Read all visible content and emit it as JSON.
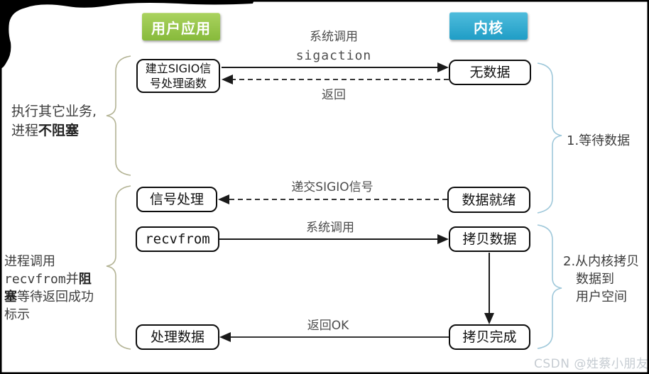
{
  "diagram": {
    "title_hint": "signal-driven-io-flow",
    "headers": {
      "user_app": "用户应用",
      "kernel": "内核"
    },
    "user_boxes": {
      "setup_line1": "建立SIGIO信",
      "setup_line2": "号处理函数",
      "signal_handle": "信号处理",
      "recvfrom": "recvfrom",
      "process_data": "处理数据"
    },
    "kernel_boxes": {
      "no_data": "无数据",
      "data_ready": "数据就绪",
      "copy_data": "拷贝数据",
      "copy_done": "拷贝完成"
    },
    "arrow_labels": {
      "syscall_line1": "系统调用",
      "syscall_line2": "sigaction",
      "return_label": "返回",
      "deliver_sigio": "递交SIGIO信号",
      "syscall2": "系统调用",
      "return_ok": "返回OK"
    },
    "left_notes": {
      "note1_line1": "执行其它业务,",
      "note1_line2_normal": "进程",
      "note1_line2_bold": "不阻塞",
      "note2_line1": "进程调用",
      "note2_line2_mono": "recvfrom",
      "note2_line2_normal": "并",
      "note2_line2_bold": "阻",
      "note2_line3_bold": "塞",
      "note2_line3_normal": "等待返回成功",
      "note2_line4": "标示"
    },
    "right_notes": {
      "note1": "1.等待数据",
      "note2_line1": "2.从内核拷贝",
      "note2_line2": "数据到",
      "note2_line3": "用户空间"
    },
    "watermark": "CSDN @姓蔡小朋友",
    "colors": {
      "user_app_green": "#8cbe3f",
      "kernel_blue": "#2aa5cc",
      "left_brace": "#b3b394",
      "right_brace": "#9fc8da",
      "arrow_black": "#1a1a1a",
      "label_gray": "#4d4d4d",
      "watermark_gray": "#c6ccd2"
    }
  }
}
